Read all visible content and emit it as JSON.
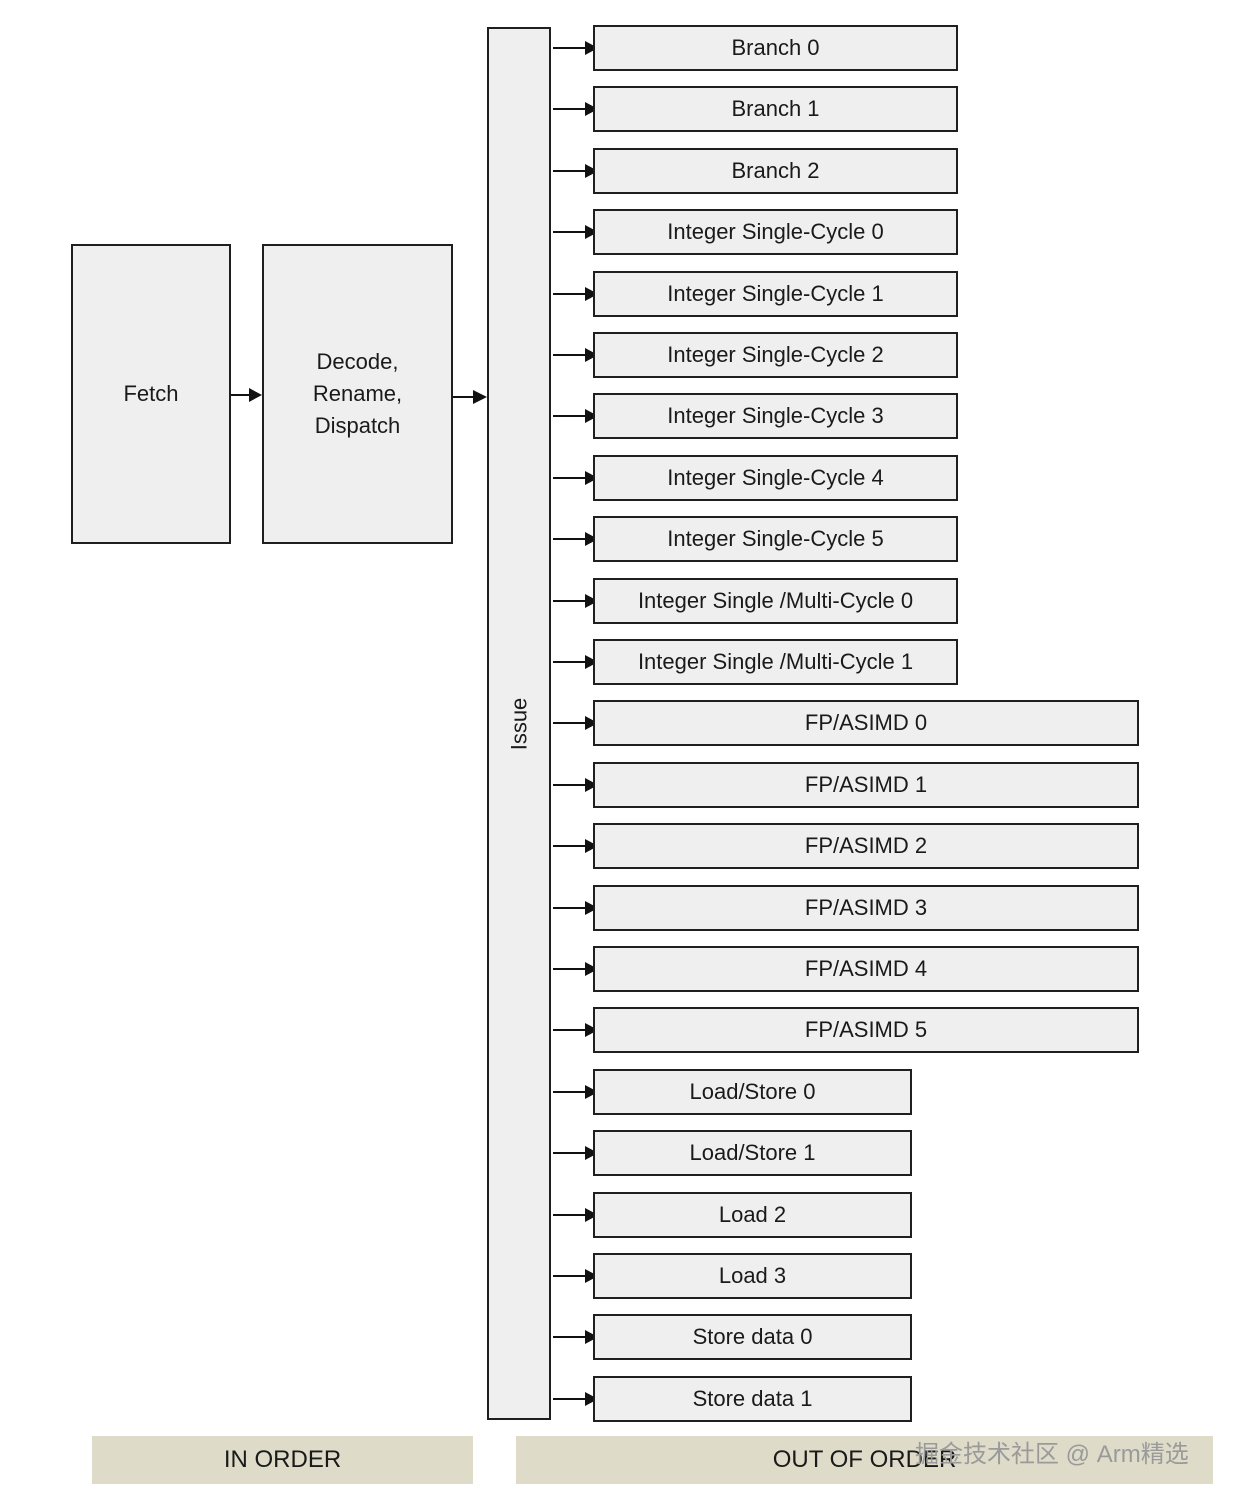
{
  "pipeline": {
    "fetch": "Fetch",
    "decode": [
      "Decode,",
      "Rename,",
      "Dispatch"
    ],
    "issue": "Issue"
  },
  "units": [
    {
      "label": "Branch 0",
      "size": "mid"
    },
    {
      "label": "Branch 1",
      "size": "mid"
    },
    {
      "label": "Branch 2",
      "size": "mid"
    },
    {
      "label": "Integer Single-Cycle 0",
      "size": "mid"
    },
    {
      "label": "Integer Single-Cycle 1",
      "size": "mid"
    },
    {
      "label": "Integer Single-Cycle 2",
      "size": "mid"
    },
    {
      "label": "Integer Single-Cycle 3",
      "size": "mid"
    },
    {
      "label": "Integer Single-Cycle 4",
      "size": "mid"
    },
    {
      "label": "Integer Single-Cycle 5",
      "size": "mid"
    },
    {
      "label": "Integer Single /Multi-Cycle 0",
      "size": "mid"
    },
    {
      "label": "Integer Single /Multi-Cycle 1",
      "size": "mid"
    },
    {
      "label": "FP/ASIMD 0",
      "size": "wide"
    },
    {
      "label": "FP/ASIMD 1",
      "size": "wide"
    },
    {
      "label": "FP/ASIMD 2",
      "size": "wide"
    },
    {
      "label": "FP/ASIMD 3",
      "size": "wide"
    },
    {
      "label": "FP/ASIMD 4",
      "size": "wide"
    },
    {
      "label": "FP/ASIMD 5",
      "size": "wide"
    },
    {
      "label": "Load/Store 0",
      "size": "short"
    },
    {
      "label": "Load/Store 1",
      "size": "short"
    },
    {
      "label": "Load 2",
      "size": "short"
    },
    {
      "label": "Load 3",
      "size": "short"
    },
    {
      "label": "Store data 0",
      "size": "short"
    },
    {
      "label": "Store data 1",
      "size": "short"
    }
  ],
  "footer": {
    "in_order": "IN ORDER",
    "out_of_order": "OUT OF ORDER"
  },
  "watermark": "掘金技术社区 @ Arm精选"
}
